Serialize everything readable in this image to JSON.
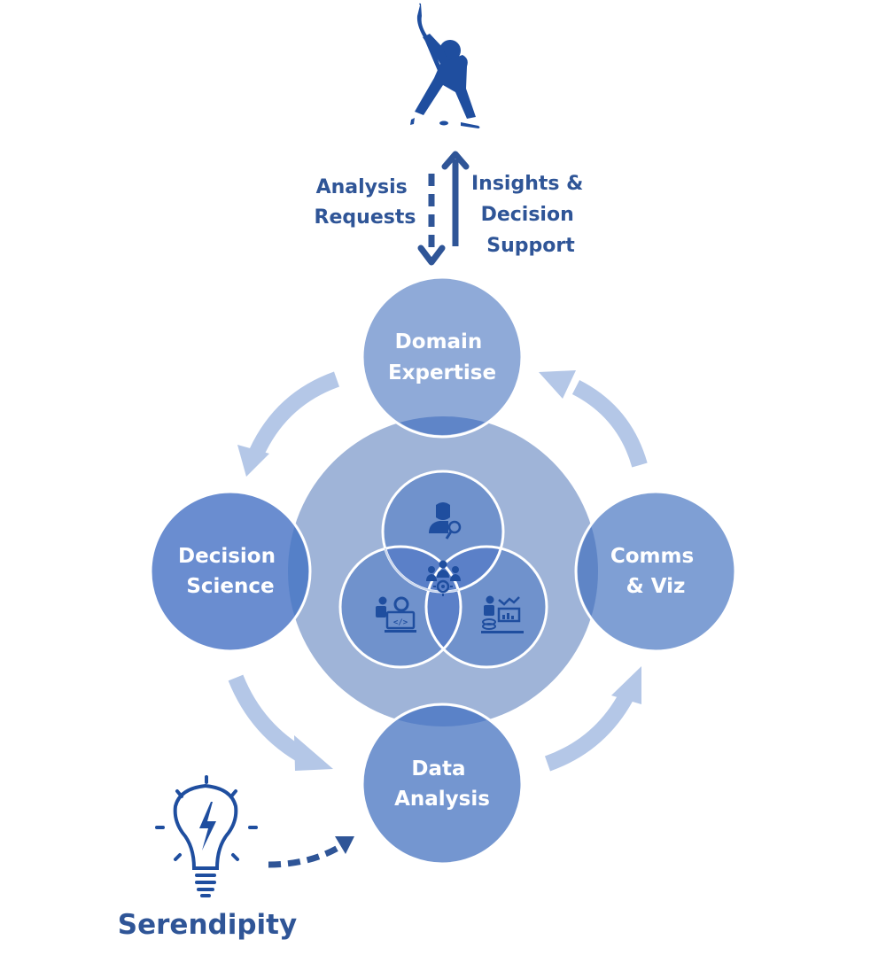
{
  "colors": {
    "dark_blue": "#2f5597",
    "icon_blue": "#1f4e9f",
    "ring_big": "#9fb4d8",
    "node_domain": "#8faad8",
    "node_decision": "#6a8dd0",
    "node_comms": "#7f9fd4",
    "node_data": "#7496d0",
    "venn_fill": "#6f92cc",
    "flow_arrow": "#b4c7e7",
    "overlap": "#5a80c6"
  },
  "top": {
    "icon": "hockey-player-icon",
    "request_label": [
      "Analysis",
      "Requests"
    ],
    "support_label": [
      "Insights &",
      "Decision",
      "Support"
    ]
  },
  "nodes": {
    "domain": [
      "Domain",
      "Expertise"
    ],
    "decision": [
      "Decision",
      "Science"
    ],
    "comms": [
      "Comms",
      "& Viz"
    ],
    "data": [
      "Data",
      "Analysis"
    ]
  },
  "venn": {
    "top_icon": "person-search-icon",
    "left_icon": "developer-code-icon",
    "right_icon": "analyst-dashboard-icon",
    "center_icon": "team-collaboration-icon"
  },
  "serendipity": {
    "icon": "lightbulb-lightning-icon",
    "label": "Serendipity"
  }
}
